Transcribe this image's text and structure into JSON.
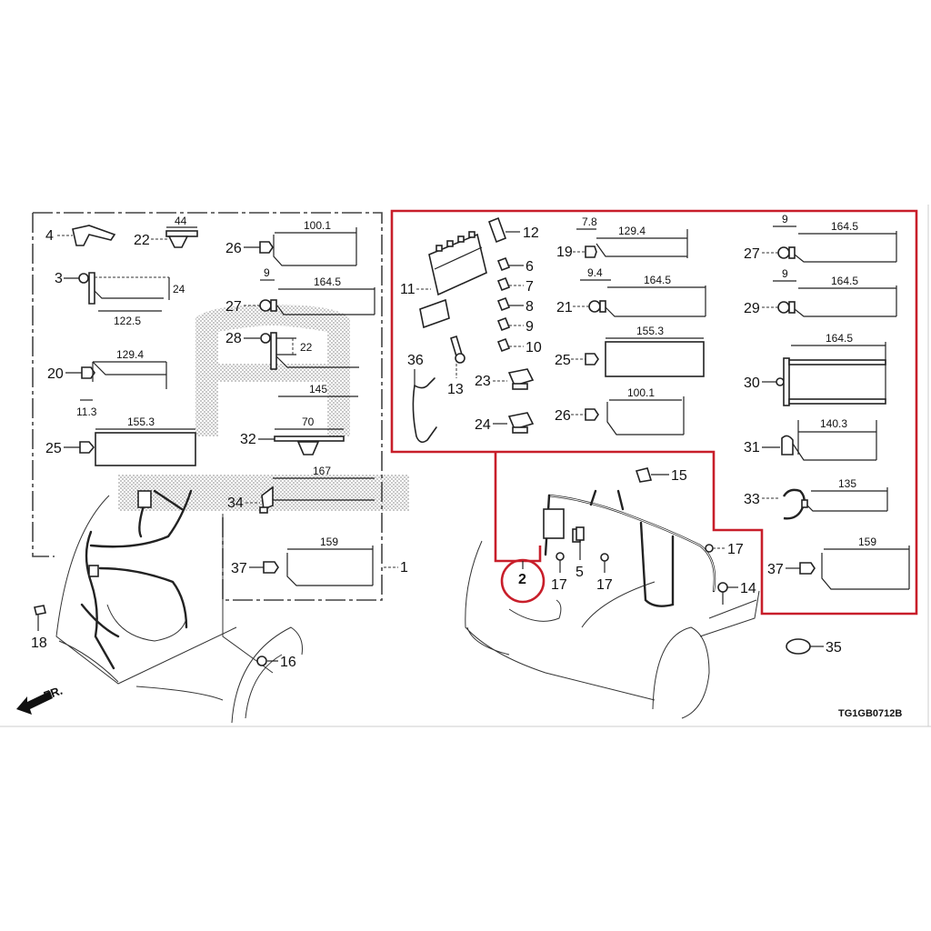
{
  "diagram": {
    "title_code": "TG1GB0712B",
    "front_arrow_label": "FR.",
    "highlight_color": "#c81e2a",
    "left_group": {
      "assembly_callout": "1",
      "callouts": [
        {
          "id": "4",
          "dims": []
        },
        {
          "id": "22",
          "dims": [
            "44"
          ]
        },
        {
          "id": "3",
          "dims": [
            "24",
            "122.5"
          ]
        },
        {
          "id": "20",
          "dims": [
            "129.4",
            "11.3"
          ]
        },
        {
          "id": "25",
          "dims": [
            "155.3"
          ]
        },
        {
          "id": "26",
          "dims": [
            "100.1"
          ]
        },
        {
          "id": "27",
          "dims": [
            "9",
            "164.5"
          ]
        },
        {
          "id": "28",
          "dims": [
            "22",
            "145"
          ]
        },
        {
          "id": "32",
          "dims": [
            "70"
          ]
        },
        {
          "id": "34",
          "dims": [
            "167"
          ]
        },
        {
          "id": "37",
          "dims": [
            "159"
          ]
        },
        {
          "id": "18",
          "dims": []
        },
        {
          "id": "16",
          "dims": []
        }
      ]
    },
    "right_group": {
      "assembly_callout": "2",
      "callouts": [
        {
          "id": "11",
          "dims": []
        },
        {
          "id": "12",
          "dims": []
        },
        {
          "id": "6",
          "dims": []
        },
        {
          "id": "7",
          "dims": []
        },
        {
          "id": "8",
          "dims": []
        },
        {
          "id": "9",
          "dims": []
        },
        {
          "id": "10",
          "dims": []
        },
        {
          "id": "13",
          "dims": []
        },
        {
          "id": "36",
          "dims": []
        },
        {
          "id": "23",
          "dims": []
        },
        {
          "id": "24",
          "dims": []
        },
        {
          "id": "19",
          "dims": [
            "7.8",
            "129.4"
          ]
        },
        {
          "id": "21",
          "dims": [
            "9.4",
            "164.5"
          ]
        },
        {
          "id": "25",
          "dims": [
            "155.3"
          ]
        },
        {
          "id": "26",
          "dims": [
            "100.1"
          ]
        },
        {
          "id": "27",
          "dims": [
            "9",
            "164.5"
          ]
        },
        {
          "id": "29",
          "dims": [
            "9",
            "164.5"
          ]
        },
        {
          "id": "30",
          "dims": [
            "164.5"
          ]
        },
        {
          "id": "31",
          "dims": [
            "140.3"
          ]
        },
        {
          "id": "33",
          "dims": [
            "135"
          ]
        },
        {
          "id": "37",
          "dims": [
            "159"
          ]
        },
        {
          "id": "15",
          "dims": []
        },
        {
          "id": "17",
          "dims": []
        },
        {
          "id": "5",
          "dims": []
        },
        {
          "id": "14",
          "dims": []
        },
        {
          "id": "35",
          "dims": []
        }
      ]
    }
  }
}
